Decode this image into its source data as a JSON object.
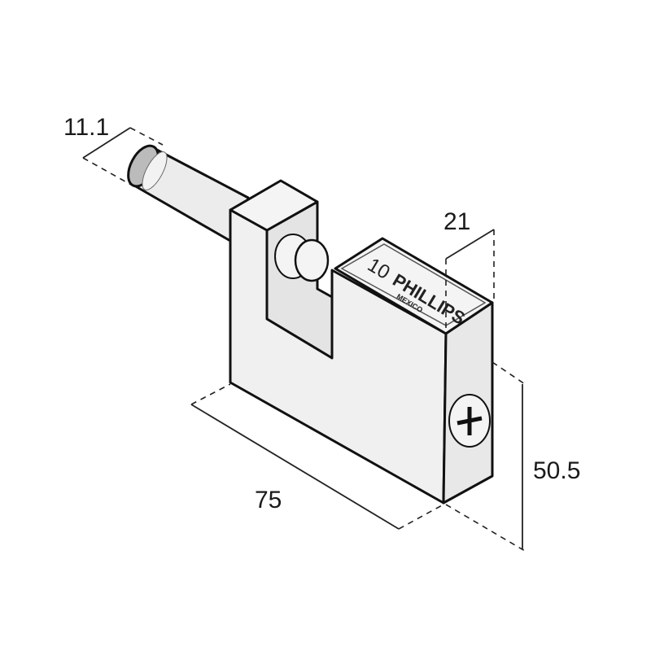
{
  "dimensions": {
    "shaft_diameter": "11.1",
    "depth": "21",
    "length": "75",
    "height": "50.5"
  },
  "body_marking": {
    "size": "10",
    "brand": "PHILLIPS",
    "origin": "MEXICO"
  },
  "colors": {
    "face": "#f2f2f2",
    "face_shade": "#e6e6e6",
    "outline": "#111111"
  }
}
